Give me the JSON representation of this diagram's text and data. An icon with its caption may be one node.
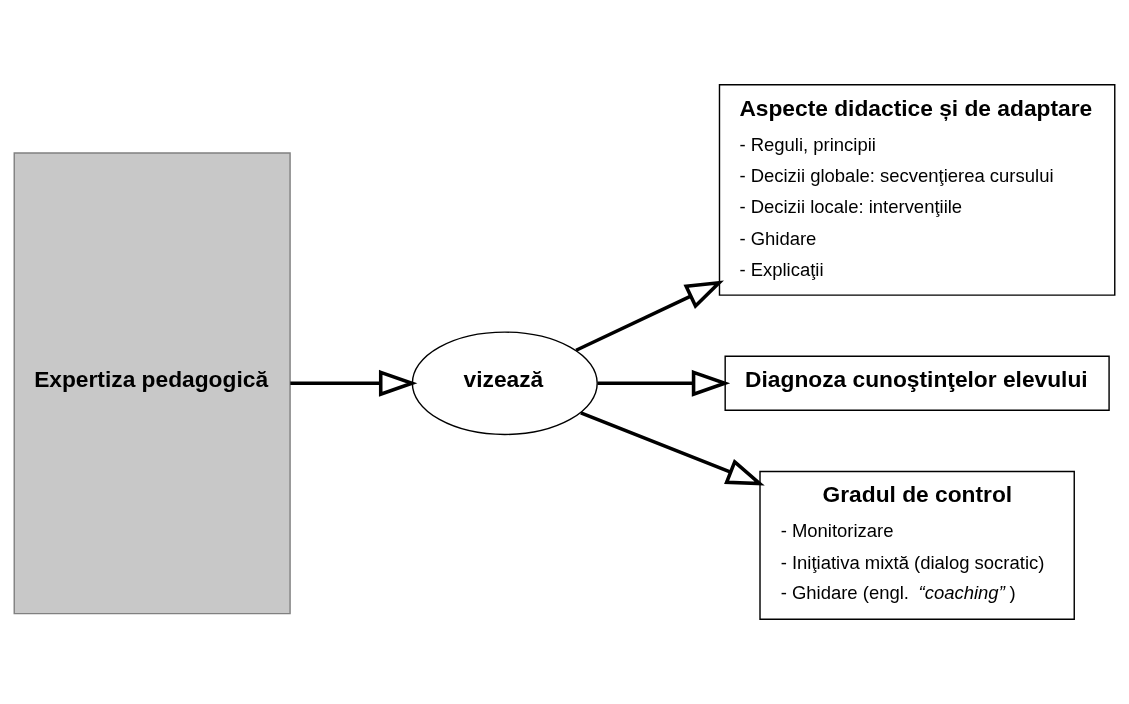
{
  "diagram": {
    "nodes": [
      {
        "text": [
          "Expertiza pedagogică"
        ]
      },
      {
        "text": [
          "vizează"
        ]
      },
      {
        "text": [
          "Aspecte didactice și de adaptare",
          "- Reguli, principii",
          "- Decizii globale: secvenţierea cursului",
          "- Decizii locale: intervenţiile",
          "- Ghidare",
          "- Explicaţii"
        ]
      },
      {
        "text": [
          "Diagnoza cunoştinţelor elevului"
        ]
      },
      {
        "text": [
          "Gradul de control",
          "- Monitorizare",
          "- Iniţiativa mixtă (dialog socratic)",
          "- Ghidare (engl. *“coaching”*)"
        ]
      }
    ],
    "edges": [
      {
        "from": 0,
        "to": 1,
        "arrow": "to"
      },
      {
        "from": 1,
        "to": 2,
        "arrow": "to"
      },
      {
        "from": 1,
        "to": 3,
        "arrow": "to"
      },
      {
        "from": 1,
        "to": 4,
        "arrow": "to"
      }
    ]
  }
}
